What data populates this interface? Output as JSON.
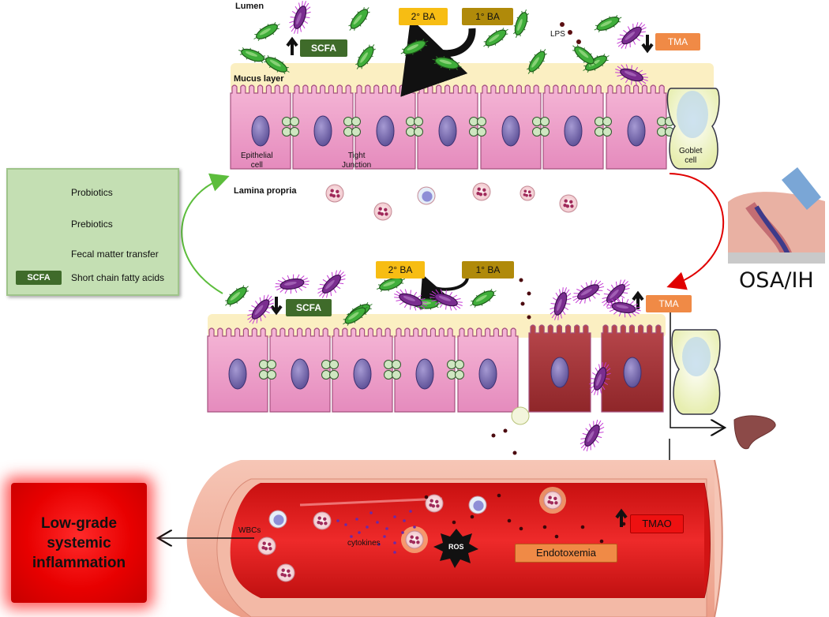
{
  "labels": {
    "lumen": "Lumen",
    "mucus": "Mucus layer",
    "epithelial": "Epithelial\ncell",
    "tight": "Tight\nJunction",
    "goblet": "Goblet\ncell",
    "lamina": "Lamina propria",
    "lps": "LPS",
    "wbcs": "WBCs",
    "cytokines": "cytokines",
    "ros": "ROS",
    "endotoxemia": "Endotoxemia",
    "osa": "OSA/IH",
    "inflammation": "Low-grade\nsystemic\ninflammation"
  },
  "top_panel": {
    "ba2": "2° BA",
    "ba1": "1° BA",
    "scfa": "SCFA",
    "tma": "TMA"
  },
  "bottom_panel": {
    "ba2": "2° BA",
    "ba1": "1° BA",
    "scfa": "SCFA",
    "tma": "TMA"
  },
  "vessel": {
    "tmao": "TMAO"
  },
  "legend": {
    "items": [
      {
        "label": "Probiotics",
        "icon": "probiotic-bacteria-icon"
      },
      {
        "label": "Prebiotics",
        "icon": "fruit-vegetable-icon"
      },
      {
        "label": "Fecal matter transfer",
        "icon": "capsule-icon"
      },
      {
        "label": "Short chain fatty acids",
        "icon": "scfa-tag",
        "tag": "SCFA"
      }
    ]
  },
  "colors": {
    "probiotic": "#3fae3a",
    "pathogen": "#7a2d8f",
    "epithelium": "#f0a7cc",
    "damaged_cell": "#a83238",
    "mucus": "#fbefc2",
    "blood": "#e11b1b",
    "vessel_wall": "#f4b7a5",
    "inflammation": "#e80000"
  }
}
